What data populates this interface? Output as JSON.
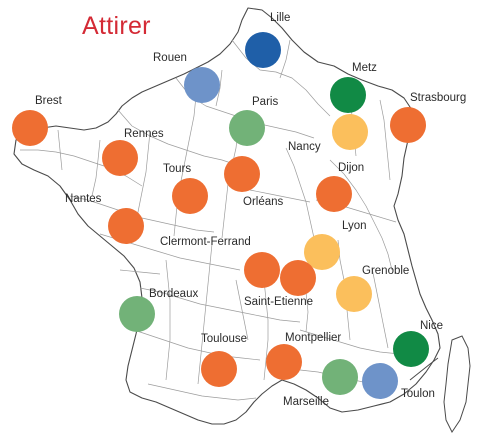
{
  "title": "Attirer",
  "colors": {
    "title": "#d42a35",
    "dark_blue": "#1f5fa8",
    "light_blue": "#6e93c9",
    "dark_green": "#118a45",
    "light_green": "#72b278",
    "orange": "#ee6e32",
    "yellow": "#fbbf5c"
  },
  "cities": [
    {
      "id": "lille",
      "name": "Lille",
      "color": "dark_blue"
    },
    {
      "id": "rouen",
      "name": "Rouen",
      "color": "light_blue"
    },
    {
      "id": "metz",
      "name": "Metz",
      "color": "dark_green"
    },
    {
      "id": "paris",
      "name": "Paris",
      "color": "light_green"
    },
    {
      "id": "brest",
      "name": "Brest",
      "color": "orange"
    },
    {
      "id": "strasbourg",
      "name": "Strasbourg",
      "color": "orange"
    },
    {
      "id": "rennes",
      "name": "Rennes",
      "color": "orange"
    },
    {
      "id": "nancy",
      "name": "Nancy",
      "color": "yellow"
    },
    {
      "id": "tours",
      "name": "Tours",
      "color": "orange"
    },
    {
      "id": "orleans",
      "name": "Orléans",
      "color": "orange"
    },
    {
      "id": "dijon",
      "name": "Dijon",
      "color": "orange"
    },
    {
      "id": "nantes",
      "name": "Nantes",
      "color": "orange"
    },
    {
      "id": "lyon",
      "name": "Lyon",
      "color": "yellow"
    },
    {
      "id": "clermont",
      "name": "Clermont-Ferrand",
      "color": "orange"
    },
    {
      "id": "saint-etienne",
      "name": "Saint-Etienne",
      "color": "orange"
    },
    {
      "id": "grenoble",
      "name": "Grenoble",
      "color": "yellow"
    },
    {
      "id": "bordeaux",
      "name": "Bordeaux",
      "color": "light_green"
    },
    {
      "id": "nice",
      "name": "Nice",
      "color": "dark_green"
    },
    {
      "id": "toulouse",
      "name": "Toulouse",
      "color": "orange"
    },
    {
      "id": "montpellier",
      "name": "Montpellier",
      "color": "orange"
    },
    {
      "id": "marseille",
      "name": "Marseille",
      "color": "light_green"
    },
    {
      "id": "toulon",
      "name": "Toulon",
      "color": "light_blue"
    }
  ]
}
